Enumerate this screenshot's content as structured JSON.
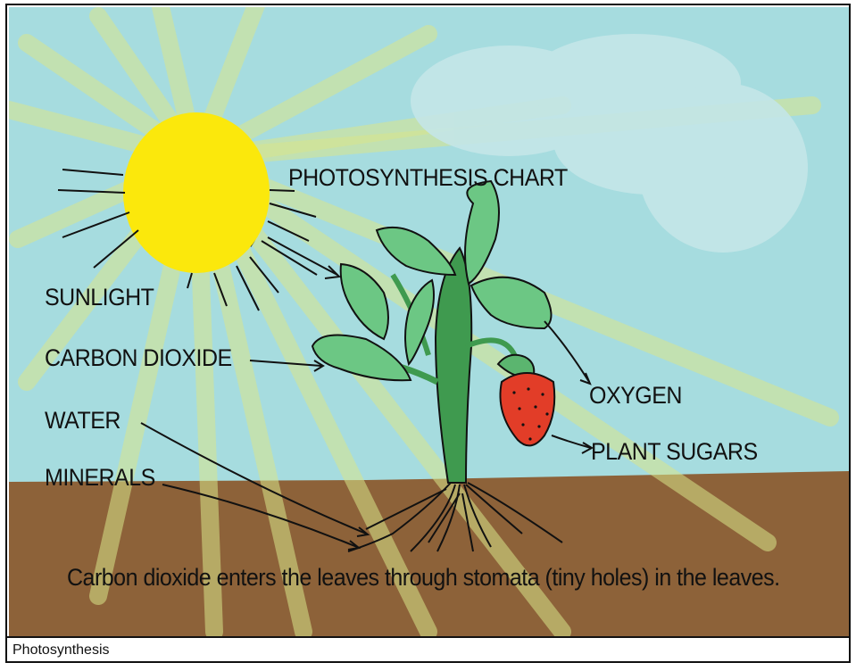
{
  "diagram": {
    "title": "PHOTOSYNTHESIS CHART",
    "labels": {
      "sunlight": "SUNLIGHT",
      "carbon_dioxide": "CARBON DIOXIDE",
      "water": "WATER",
      "minerals": "MINERALS",
      "oxygen": "OXYGEN",
      "plant_sugars": "PLANT SUGARS"
    },
    "note": "Carbon dioxide enters the leaves through stomata (tiny holes) in the leaves."
  },
  "caption": "Photosynthesis",
  "colors": {
    "sky": "#a6dcdf",
    "soil": "#8d6239",
    "sun": "#fbe80c",
    "leaf": "#6cc784",
    "strawberry": "#e23d28",
    "sun_rays": "#d8e58a",
    "cloud": "#c4e6e8"
  },
  "icons": [
    "sun-icon",
    "cloud-icon",
    "plant-icon",
    "strawberry-icon",
    "roots-icon"
  ]
}
